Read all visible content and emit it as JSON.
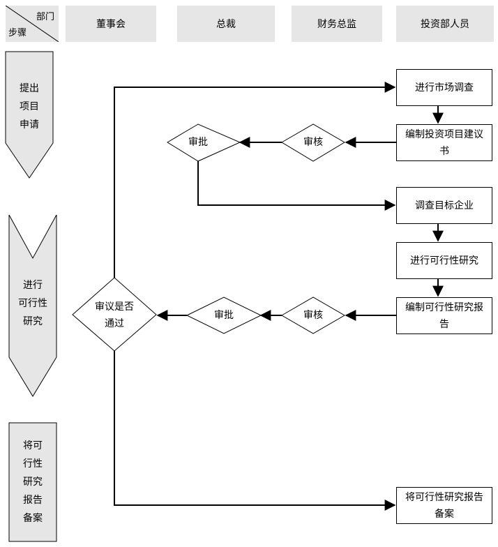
{
  "header": {
    "corner_dept": "部门",
    "corner_step": "步骤",
    "columns": [
      "董事会",
      "总裁",
      "财务总监",
      "投资部人员"
    ]
  },
  "stages": [
    {
      "label": "提出\n项目\n申请"
    },
    {
      "label": "进行\n可行性\n研究"
    },
    {
      "label": "将可\n行性\n研究\n报告\n备案"
    }
  ],
  "nodes": {
    "market_survey": "进行市场调查",
    "compile_proposal": "编制投资项目建议书",
    "review1": "审核",
    "approve1": "审批",
    "investigate_target": "调查目标企业",
    "feasibility_study": "进行可行性研究",
    "compile_feasibility_report": "编制可行性研究报告",
    "review2": "审核",
    "approve2": "审批",
    "board_decision": "审议是否通过",
    "file_report": "将可行性研究报告备案"
  },
  "colors": {
    "header_fill": "#e6e6e6",
    "stage_fill": "#e6e6e6",
    "line": "#000000"
  }
}
